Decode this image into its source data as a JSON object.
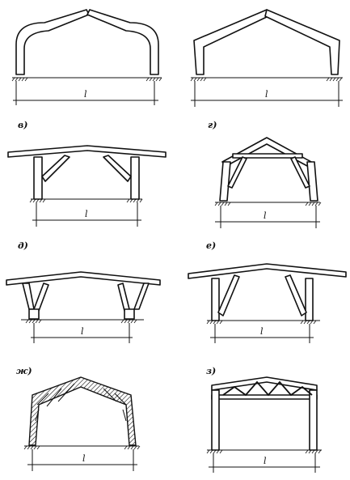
{
  "panels": [
    {
      "id": "a",
      "label": "",
      "span": "l"
    },
    {
      "id": "b",
      "label": "",
      "span": "l"
    },
    {
      "id": "v",
      "label": "в)",
      "span": "l"
    },
    {
      "id": "g",
      "label": "г)",
      "span": "l"
    },
    {
      "id": "d",
      "label": "д)",
      "span": "l"
    },
    {
      "id": "e",
      "label": "е)",
      "span": "l"
    },
    {
      "id": "zh",
      "label": "ж)",
      "span": "l"
    },
    {
      "id": "z",
      "label": "з)",
      "span": "l"
    }
  ]
}
